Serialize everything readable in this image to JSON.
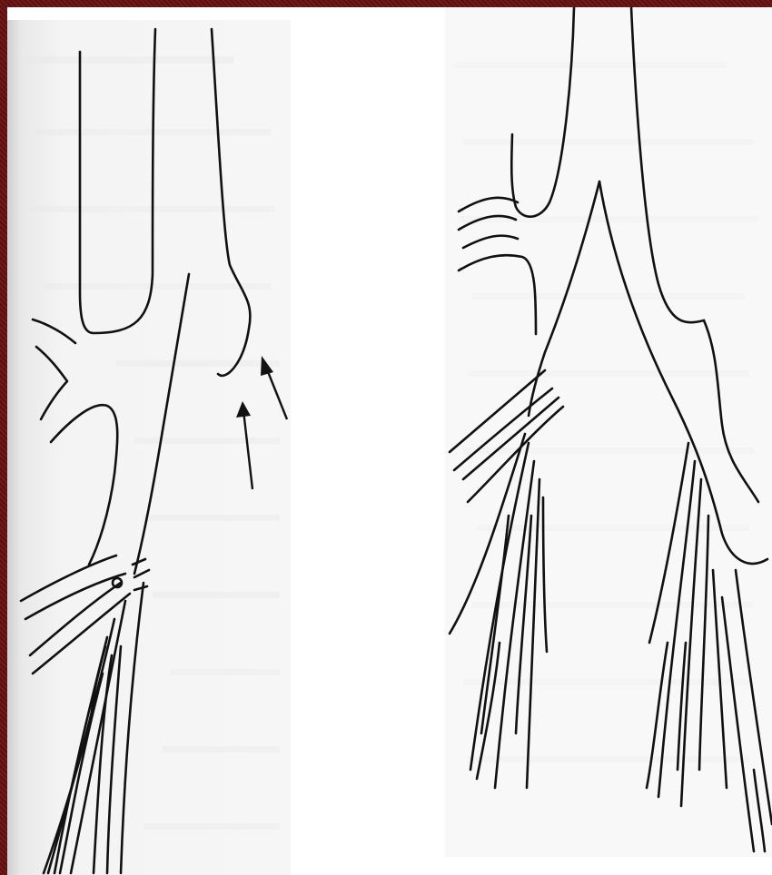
{
  "figure": {
    "panels": [
      {
        "id": "left",
        "depicts": "bronchial-tree-with-arrows",
        "arrow_count": 2
      },
      {
        "id": "right",
        "depicts": "bronchial-tree"
      }
    ],
    "colors": {
      "border": "#6e1313",
      "paper": "#f6f6f6",
      "ink": "#111111"
    }
  }
}
